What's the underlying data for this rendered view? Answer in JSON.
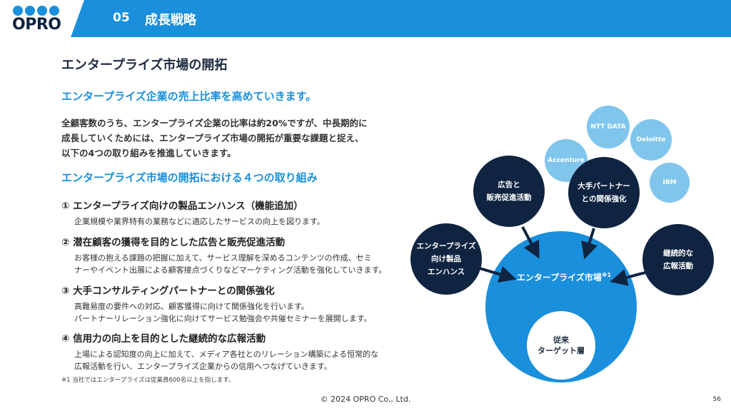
{
  "header": {
    "logo_text": "OPRO",
    "section_number": "05",
    "section_title": "成長戦略"
  },
  "page_title": "エンタープライズ市場の開拓",
  "lead": "エンタープライズ企業の売上比率を高めていきます。",
  "paragraph": [
    "全顧客数のうち、エンタープライズ企業の比率は約20%ですが、中長期的に",
    "成長していくためには、エンタープライズ市場の開拓が重要な課題と捉え、",
    "以下の4つの取り組みを推進していきます。"
  ],
  "subhead": "エンタープライズ市場の開拓における４つの取り組み",
  "items": [
    {
      "title": "① エンタープライズ向けの製品エンハンス（機能追加）",
      "desc": [
        "企業規模や業界特有の業務などに適応したサービスの向上を図ります。"
      ]
    },
    {
      "title": "② 潜在顧客の獲得を目的とした広告と販売促進活動",
      "desc": [
        "お客様の抱える課題の把握に加えて、サービス理解を深めるコンテンツの作成、セミ",
        "ナーやイベント出展による顧客接点づくりなどマーケティング活動を強化していきます。"
      ]
    },
    {
      "title": "③ 大手コンサルティングパートナーとの関係強化",
      "desc": [
        "高難易度の要件への対応、顧客獲得に向けて関係強化を行います。",
        "パートナーリレーション強化に向けてサービス勉強会や共催セミナーを展開します。"
      ]
    },
    {
      "title": "④ 信用力の向上を目的とした継続的な広報活動",
      "desc": [
        "上場による認知度の向上に加えて、メディア各社とのリレーション構築による恒常的な",
        "広報活動を行い、エンタープライズ企業からの信用へつなげていきます。"
      ]
    }
  ],
  "footnote": "※1 当社ではエンタープライズは従業員600名以上を指します。",
  "diagram": {
    "market_label": "エンタープライズ市場",
    "market_note": "※1",
    "core": [
      "従来",
      "ターゲット層"
    ],
    "initiatives": {
      "enhance": [
        "エンタープライズ",
        "向け製品",
        "エンハンス"
      ],
      "ads": [
        "広告と",
        "販売促進活動"
      ],
      "partner": [
        "大手パートナー",
        "との関係強化"
      ],
      "pr": [
        "継続的な",
        "広報活動"
      ]
    },
    "partners": [
      "Accenture",
      "NTT DATA",
      "Deloitte",
      "IBM"
    ]
  },
  "footer": {
    "copyright": "© 2024 OPRO Co., Ltd.",
    "page_number": "56"
  },
  "colors": {
    "brand_blue": "#1a8fdc",
    "navy": "#0f2440",
    "light_blue": "#80c5ec"
  }
}
